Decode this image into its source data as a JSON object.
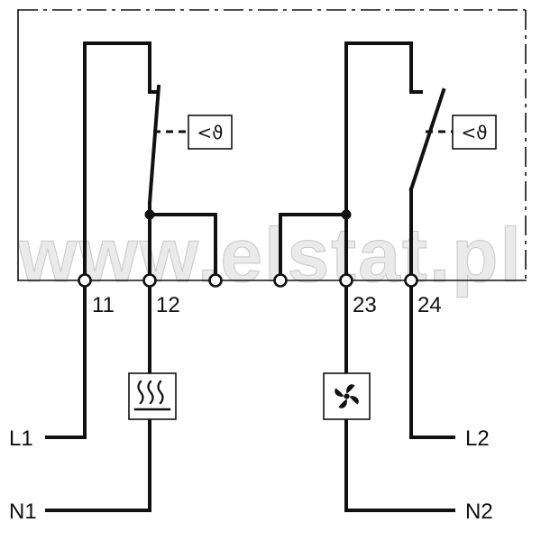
{
  "watermark": "www.elstat.pl",
  "terminals": {
    "t11": "11",
    "t12": "12",
    "t23": "23",
    "t24": "24"
  },
  "lines": {
    "l1": "L1",
    "n1": "N1",
    "l2": "L2",
    "n2": "N2"
  },
  "sensors": {
    "left": "<ϑ",
    "right": "<ϑ"
  },
  "loads": {
    "heater_icon": "heater-icon",
    "fan_icon": "fan-icon"
  }
}
